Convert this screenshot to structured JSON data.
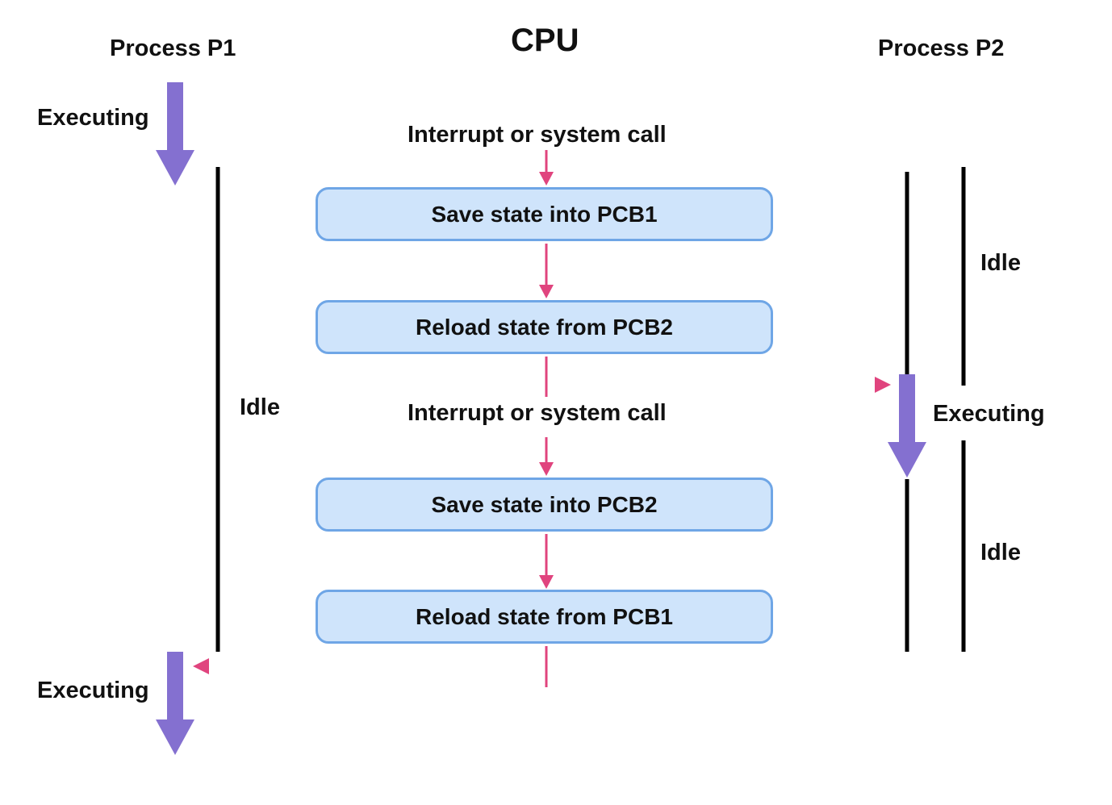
{
  "headers": {
    "process_p1": "Process P1",
    "cpu": "CPU",
    "process_p2": "Process P2"
  },
  "cpu_flow": {
    "trigger_1": "Interrupt or system call",
    "step_1": "Save state into PCB1",
    "step_2": "Reload state from PCB2",
    "trigger_2": "Interrupt or system call",
    "step_3": "Save state into PCB2",
    "step_4": "Reload state from PCB1"
  },
  "process_p1_states": {
    "executing_top": "Executing",
    "idle": "Idle",
    "executing_bottom": "Executing"
  },
  "process_p2_states": {
    "idle_top": "Idle",
    "executing": "Executing",
    "idle_bottom": "Idle"
  },
  "colors": {
    "execution_arrow": "#8470d0",
    "cpu_flow_arrow": "#e0447e",
    "box_fill": "#cfe4fb",
    "box_border": "#6fa6e6",
    "idle_line": "#000000"
  }
}
